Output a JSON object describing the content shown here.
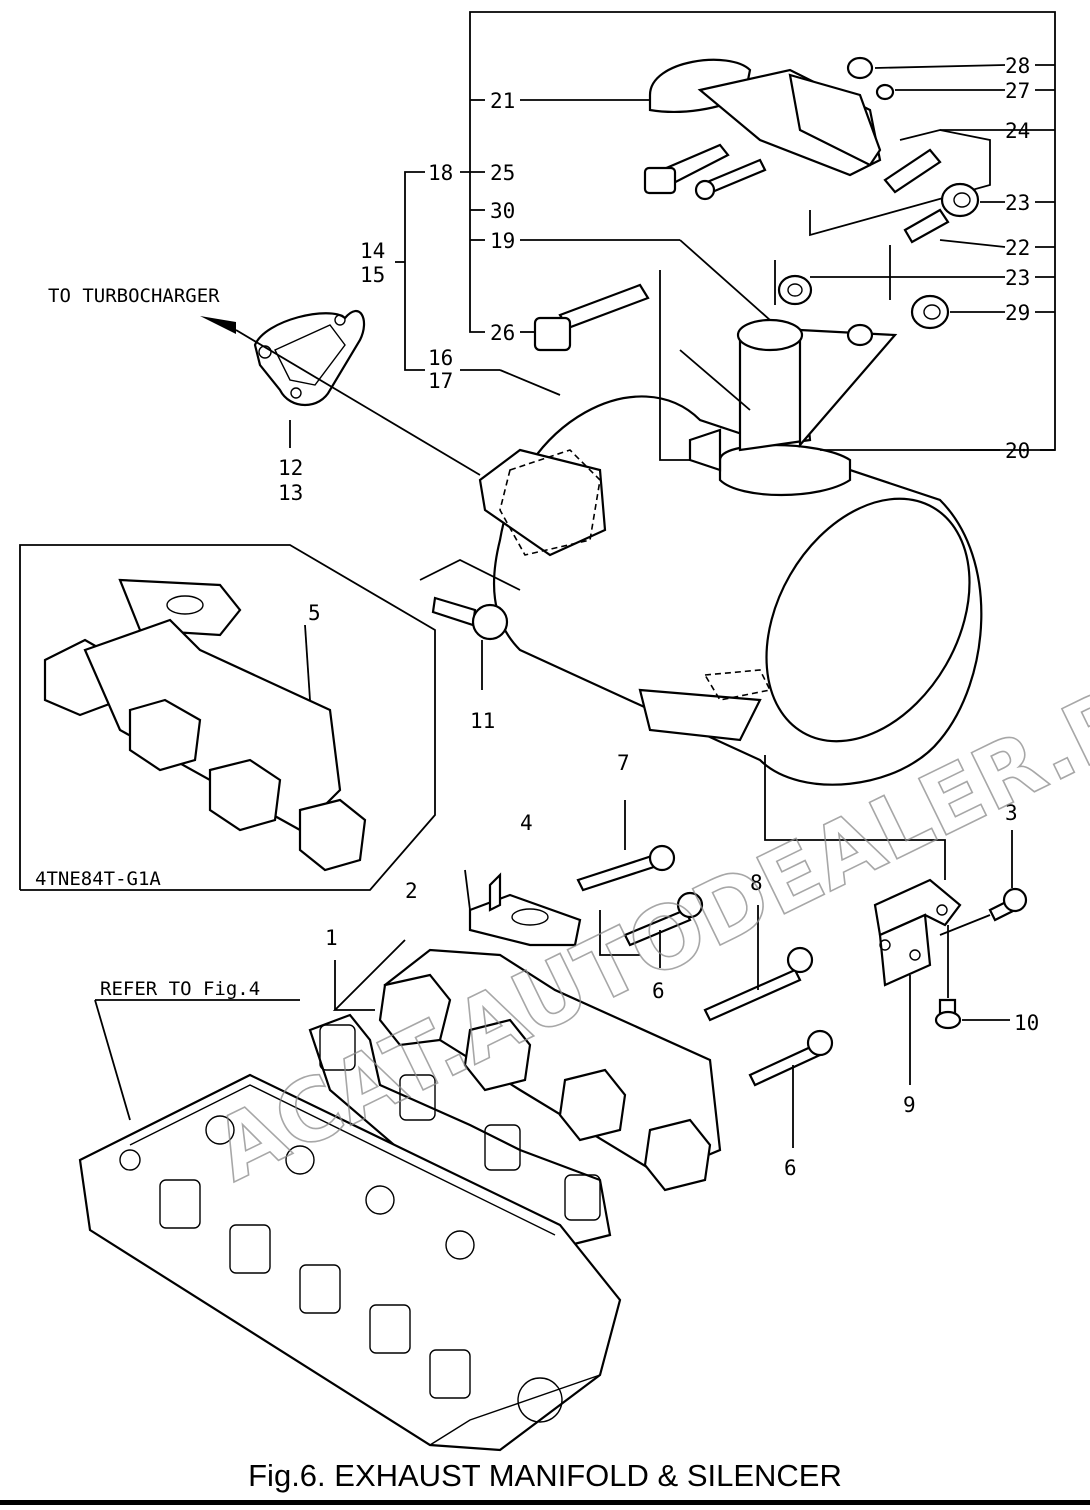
{
  "callouts": {
    "c1": "1",
    "c2": "2",
    "c3": "3",
    "c4": "4",
    "c5": "5",
    "c6a": "6",
    "c6b": "6",
    "c7": "7",
    "c8": "8",
    "c9": "9",
    "c10": "10",
    "c11": "11",
    "c12": "12",
    "c13": "13",
    "c14": "14",
    "c15": "15",
    "c16": "16",
    "c17": "17",
    "c18": "18",
    "c19": "19",
    "c20": "20",
    "c21": "21",
    "c22": "22",
    "c23a": "23",
    "c23b": "23",
    "c24": "24",
    "c25": "25",
    "c26": "26",
    "c27": "27",
    "c28": "28",
    "c29": "29",
    "c30": "30"
  },
  "labels": {
    "to_turbocharger": "TO TURBOCHARGER",
    "variant": "4TNE84T-G1A",
    "refer": "REFER TO Fig.4"
  },
  "watermark": "ACAT.AUTODEALER.RU",
  "caption": "Fig.6.  EXHAUST MANIFOLD & SILENCER"
}
